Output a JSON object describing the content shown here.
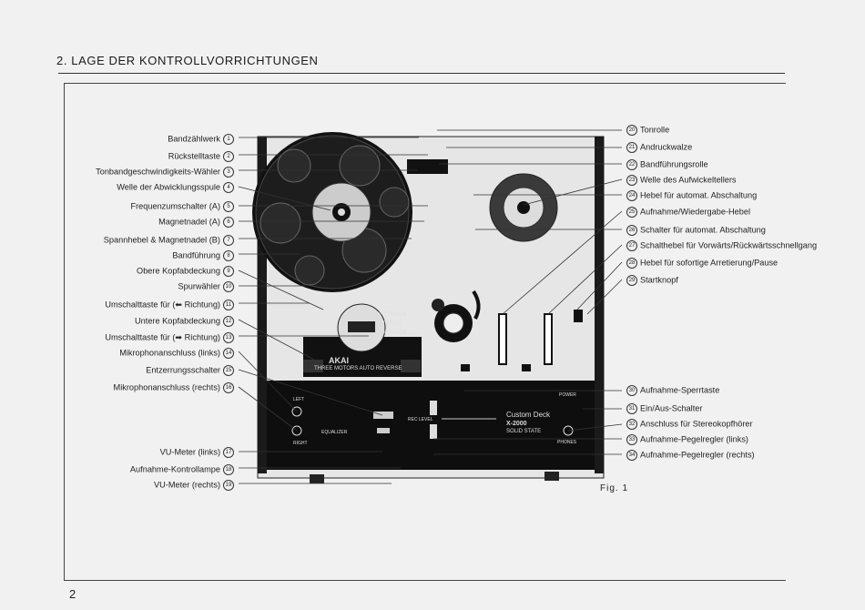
{
  "heading": "2.  LAGE DER KONTROLLVORRICHTUNGEN",
  "page_number": "2",
  "figure_caption": "Fig. 1",
  "device_text": {
    "brand": "AKAI",
    "motors": "THREE MOTORS  AUTO REVERSE",
    "custom_deck": "Custom Deck",
    "model": "X-2000",
    "solid_state": "SOLID  STATE",
    "track_2": "2-2 TRACK",
    "stereo": "STEREO",
    "track_4": "1-4 TRACK",
    "power": "POWER",
    "phones": "PHONES",
    "rec_level": "REC LEVEL",
    "left": "LEFT",
    "right": "RIGHT",
    "equalizer": "EQUALIZER"
  },
  "left_labels": [
    {
      "text": "Bandzählwerk",
      "n": "1"
    },
    {
      "text": "Rückstelltaste",
      "n": "2"
    },
    {
      "text": "Tonbandgeschwindigkeits-Wähler",
      "n": "3"
    },
    {
      "text": "Welle der Abwicklungsspule",
      "n": "4"
    },
    {
      "text": "Frequenzumschalter (A)",
      "n": "5"
    },
    {
      "text": "Magnetnadel (A)",
      "n": "6"
    },
    {
      "text": "Spannhebel & Magnetnadel (B)",
      "n": "7"
    },
    {
      "text": "Bandführung",
      "n": "8"
    },
    {
      "text": "Obere Kopfabdeckung",
      "n": "9"
    },
    {
      "text": "Spurwähler",
      "n": "10"
    },
    {
      "text": "Umschalttaste für (⬅ Richtung)",
      "n": "11"
    },
    {
      "text": "Untere Kopfabdeckung",
      "n": "12"
    },
    {
      "text": "Umschalttaste für (➡ Richtung)",
      "n": "13"
    },
    {
      "text": "Mikrophonanschluss (links)",
      "n": "14"
    },
    {
      "text": "Entzerrungsschalter",
      "n": "15"
    },
    {
      "text": "Mikrophonanschluss (rechts)",
      "n": "16"
    },
    {
      "text": "VU-Meter (links)",
      "n": "17"
    },
    {
      "text": "Aufnahme-Kontrollampe",
      "n": "18"
    },
    {
      "text": "VU-Meter (rechts)",
      "n": "19"
    }
  ],
  "right_labels": [
    {
      "text": "Tonrolle",
      "n": "20"
    },
    {
      "text": "Andruckwalze",
      "n": "21"
    },
    {
      "text": "Bandführungsrolle",
      "n": "22"
    },
    {
      "text": "Welle des Aufwickeltellers",
      "n": "23"
    },
    {
      "text": "Hebel für automat. Abschaltung",
      "n": "24"
    },
    {
      "text": "Aufnahme/Wiedergabe-Hebel",
      "n": "25"
    },
    {
      "text": "Schalter für automat. Abschaltung",
      "n": "26"
    },
    {
      "text": "Schalthebel für Vorwärts/Rückwärtsschnellgang",
      "n": "27"
    },
    {
      "text": "Hebel für sofortige Arretierung/Pause",
      "n": "28"
    },
    {
      "text": "Startknopf",
      "n": "29"
    },
    {
      "text": "Aufnahme-Sperrtaste",
      "n": "30"
    },
    {
      "text": "Ein/Aus-Schalter",
      "n": "31"
    },
    {
      "text": "Anschluss für Stereokopfhörer",
      "n": "32"
    },
    {
      "text": "Aufnahme-Pegelregler (links)",
      "n": "33"
    },
    {
      "text": "Aufnahme-Pegelregler (rechts)",
      "n": "34"
    }
  ]
}
